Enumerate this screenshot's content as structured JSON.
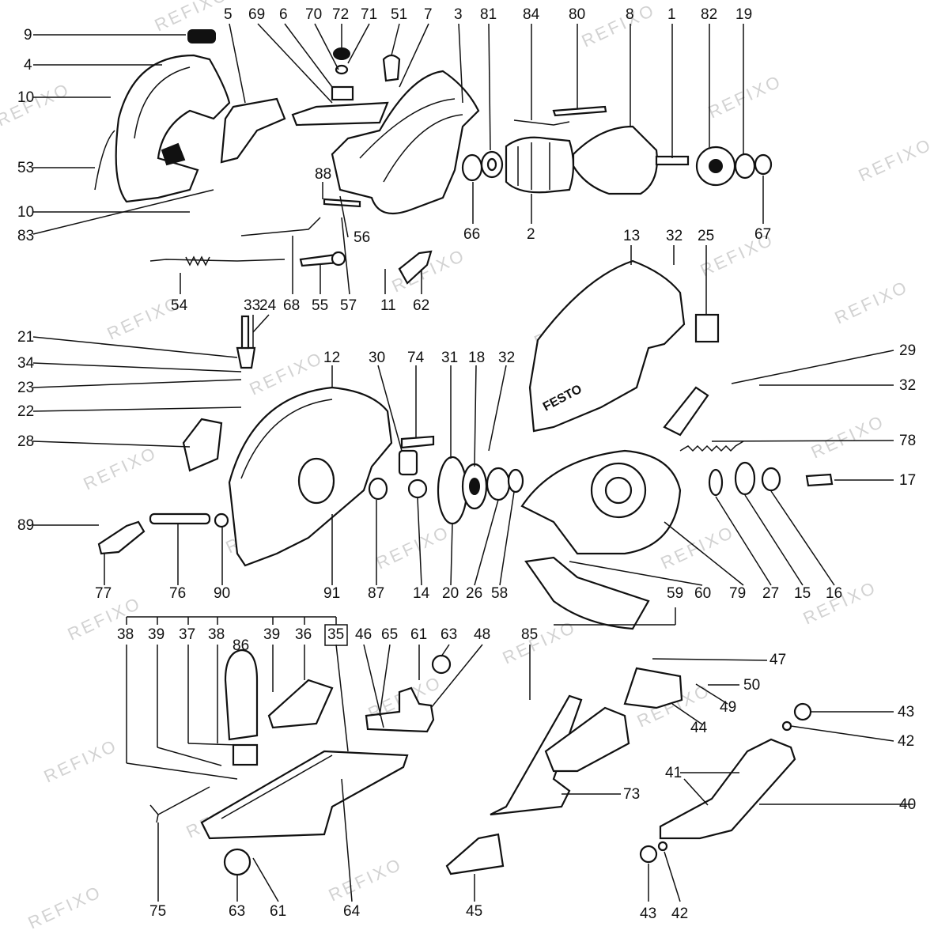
{
  "watermark": "REFIXO",
  "parts": {
    "p1": "1",
    "p2": "2",
    "p3": "3",
    "p4": "4",
    "p5": "5",
    "p6": "6",
    "p7": "7",
    "p8": "8",
    "p9": "9",
    "p10a": "10",
    "p10b": "10",
    "p11": "11",
    "p12": "12",
    "p13": "13",
    "p14": "14",
    "p15": "15",
    "p16": "16",
    "p17": "17",
    "p18": "18",
    "p19": "19",
    "p20": "20",
    "p21": "21",
    "p22": "22",
    "p23": "23",
    "p24": "24",
    "p25": "25",
    "p26": "26",
    "p27": "27",
    "p28": "28",
    "p29": "29",
    "p30": "30",
    "p31": "31",
    "p32a": "32",
    "p32b": "32",
    "p32c": "32",
    "p33": "33",
    "p34": "34",
    "p35": "35",
    "p36": "36",
    "p37": "37",
    "p38a": "38",
    "p38b": "38",
    "p39a": "39",
    "p39b": "39",
    "p40": "40",
    "p41": "41",
    "p42a": "42",
    "p42b": "42",
    "p43a": "43",
    "p43b": "43",
    "p44": "44",
    "p45": "45",
    "p46": "46",
    "p47": "47",
    "p48": "48",
    "p49": "49",
    "p50": "50",
    "p51": "51",
    "p53": "53",
    "p54": "54",
    "p55": "55",
    "p56": "56",
    "p57": "57",
    "p58": "58",
    "p59": "59",
    "p60": "60",
    "p61a": "61",
    "p61b": "61",
    "p62": "62",
    "p63a": "63",
    "p63b": "63",
    "p64": "64",
    "p65": "65",
    "p66": "66",
    "p67": "67",
    "p68": "68",
    "p69": "69",
    "p70": "70",
    "p71": "71",
    "p72": "72",
    "p73": "73",
    "p74": "74",
    "p75": "75",
    "p76": "76",
    "p77": "77",
    "p78": "78",
    "p79": "79",
    "p80": "80",
    "p81": "81",
    "p82": "82",
    "p83": "83",
    "p84": "84",
    "p85": "85",
    "p86": "86",
    "p87": "87",
    "p88": "88",
    "p89": "89",
    "p90": "90",
    "p91": "91"
  },
  "guard_lettering": "FESTO"
}
